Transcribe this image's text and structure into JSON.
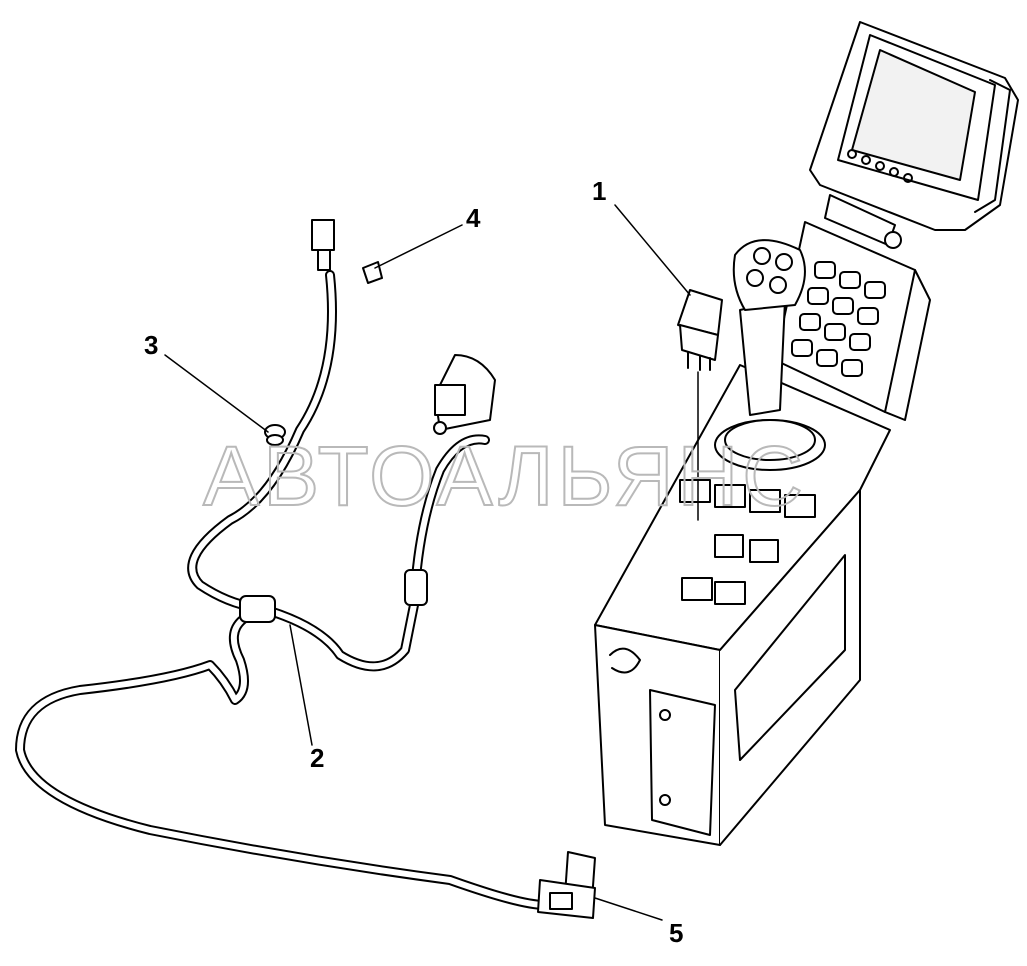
{
  "diagram": {
    "watermark": "АВТОАЛЬЯНС",
    "callouts": [
      {
        "id": "1",
        "label": "1",
        "part": "switch"
      },
      {
        "id": "2",
        "label": "2",
        "part": "wire-harness"
      },
      {
        "id": "3",
        "label": "3",
        "part": "grommet"
      },
      {
        "id": "4",
        "label": "4",
        "part": "clip"
      },
      {
        "id": "5",
        "label": "5",
        "part": "connector-socket"
      }
    ]
  },
  "colors": {
    "line": "#000000",
    "fill": "#ffffff",
    "screen": "#f2f2f2",
    "watermark_stroke": "#c8c8c8"
  }
}
